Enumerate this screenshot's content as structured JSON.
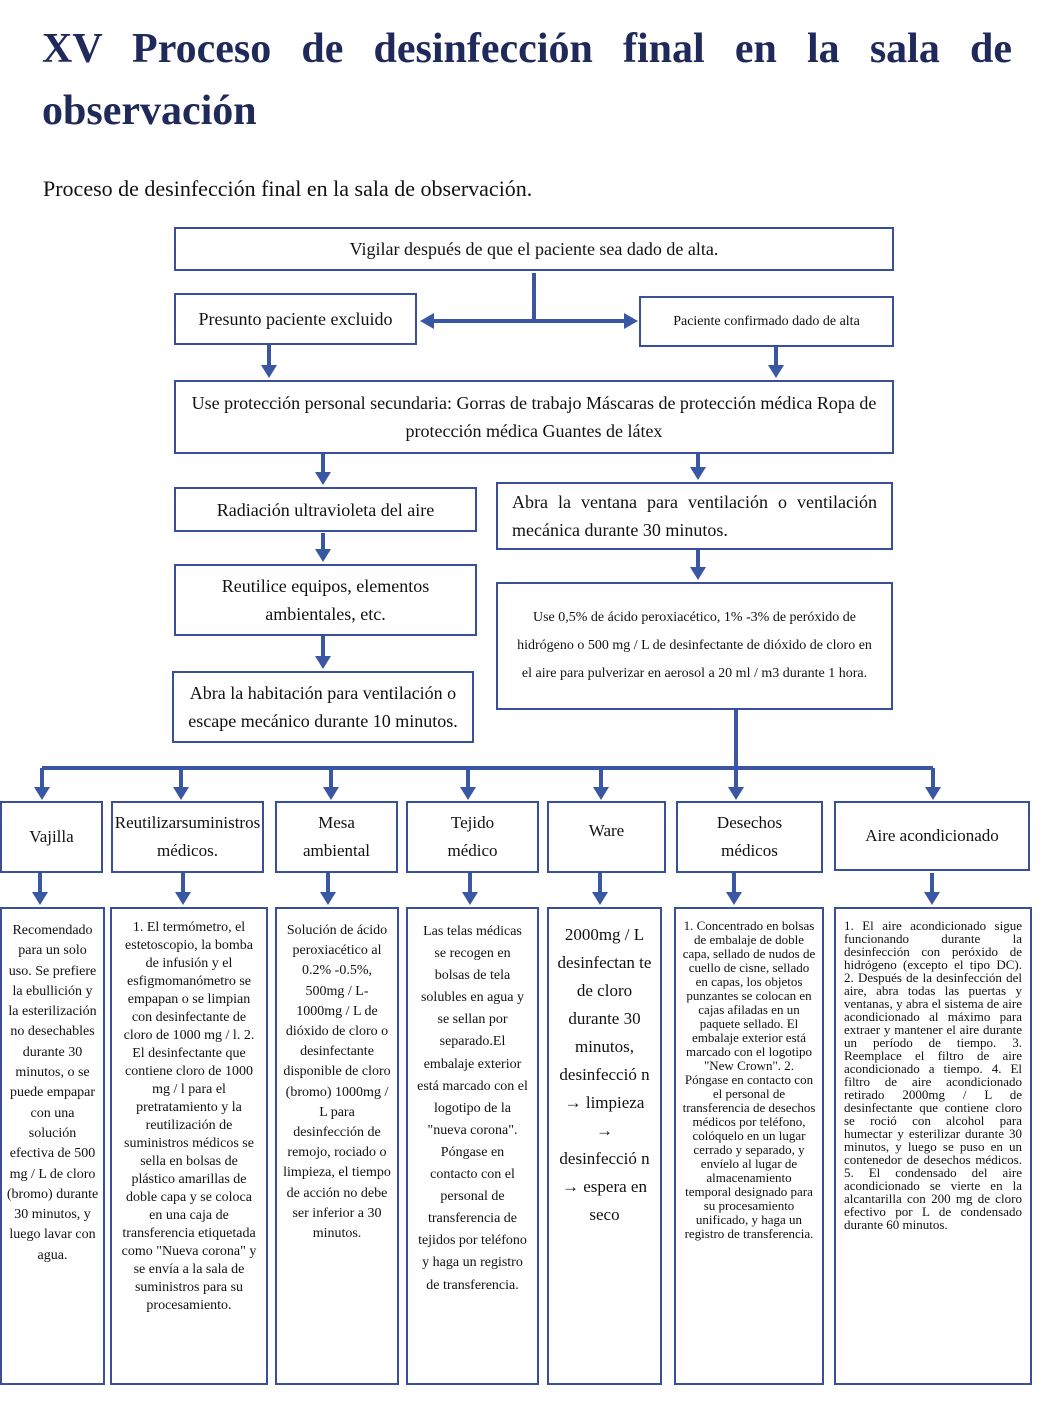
{
  "title": "XV Proceso de desinfección final en la sala de observación",
  "subtitle": "Proceso de desinfección final en la sala de observación.",
  "flow": {
    "top": "Vigilar después de que el paciente sea dado de alta.",
    "excluded": "Presunto paciente excluido",
    "confirmed": "Paciente confirmado dado de alta",
    "protection": "Use protección personal secundaria: Gorras de trabajo Máscaras de protección médica Ropa de protección médica Guantes de látex",
    "uv": "Radiación ultravioleta del aire",
    "window": "Abra la ventana para ventilación o ventilación mecánica durante 30 minutos.",
    "reuse": "Reutilice equipos, elementos ambientales, etc.",
    "spray": "Use 0,5% de ácido peroxiacético, 1% -3% de peróxido de hidrógeno o 500 mg / L de desinfectante de dióxido de cloro en el aire para pulverizar en aerosol a 20 ml / m3 durante 1 hora.",
    "room": "Abra la habitación para ventilación o escape mecánico durante 10 minutos."
  },
  "categories": [
    {
      "label": "Vajilla",
      "detail": "Recomendado para un solo uso. Se prefiere la ebullición y la esterilización no desechables durante 30 minutos, o se puede empapar con una solución efectiva de 500 mg / L de cloro (bromo) durante 30 minutos, y luego lavar con agua."
    },
    {
      "label": "Reutilizarsuministros médicos.",
      "detail": "1. El termómetro, el estetoscopio, la bomba de infusión y el esfigmomanómetro se empapan o se limpian con desinfectante de cloro de 1000 mg / l. 2. El desinfectante que contiene cloro de 1000 mg / l para el pretratamiento y la reutilización de suministros médicos se sella en bolsas de plástico amarillas de doble capa y se coloca en una caja de transferencia etiquetada como \"Nueva corona\" y se envía a la sala de suministros para su procesamiento."
    },
    {
      "label": "Mesa ambiental",
      "detail": "Solución de ácido peroxiacético al 0.2% -0.5%, 500mg / L-1000mg / L de dióxido de cloro o desinfectante disponible de cloro (bromo) 1000mg / L para desinfección de remojo, rociado o limpieza, el tiempo de acción no debe ser inferior a 30 minutos."
    },
    {
      "label": "Tejido médico",
      "detail": "Las telas médicas se recogen en bolsas de tela solubles en agua y se sellan por separado.El embalaje exterior está marcado con el logotipo de la \"nueva corona\". Póngase en contacto con el personal de transferencia de tejidos por teléfono y haga un registro de transferencia."
    },
    {
      "label": "Ware",
      "detail": "2000mg / L desinfectan te de cloro durante 30 minutos, desinfecció n → limpieza → desinfecció n → espera en seco"
    },
    {
      "label": "Desechos médicos",
      "detail": "1. Concentrado en bolsas de embalaje de doble capa, sellado de nudos de cuello de cisne, sellado en capas, los objetos punzantes se colocan en cajas afiladas en un paquete sellado. El embalaje exterior está marcado con el logotipo \"New Crown\". 2. Póngase en contacto con el personal de transferencia de desechos médicos por teléfono, colóquelo en un lugar cerrado y separado, y envíelo al lugar de almacenamiento temporal designado para su procesamiento unificado, y haga un registro de transferencia."
    },
    {
      "label": "Aire acondicionado",
      "detail": "1. El aire acondicionado sigue funcionando durante la desinfección con peróxido de hidrógeno (excepto el tipo DC). 2. Después de la desinfección del aire, abra todas las puertas y ventanas, y abra el sistema de aire acondicionado al máximo para extraer y mantener el aire durante un período de tiempo. 3. Reemplace el filtro de aire acondicionado a tiempo. 4. El filtro de aire acondicionado retirado 2000mg / L de desinfectante que contiene cloro se roció con alcohol para humectar y esterilizar durante 30 minutos, y luego se puso en un contenedor de desechos médicos. 5. El condensado del aire acondicionado se vierte en la alcantarilla con 200 mg de cloro efectivo por L de condensado durante 60 minutos."
    }
  ],
  "colors": {
    "title": "#1f2a5a",
    "border": "#3a4f9a",
    "arrow": "#3a57a4"
  }
}
